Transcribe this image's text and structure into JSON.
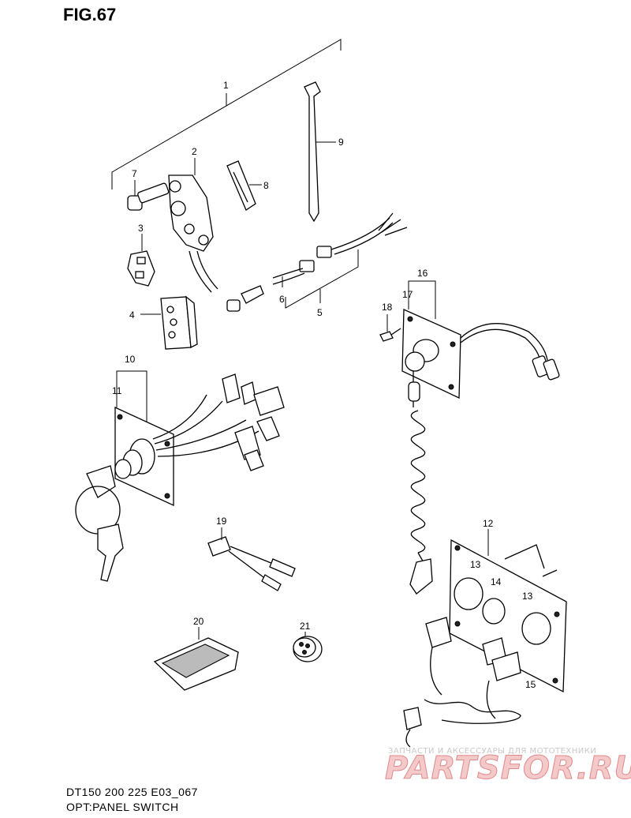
{
  "figure": {
    "title": "FIG.67"
  },
  "labels": [
    "1",
    "2",
    "3",
    "4",
    "5",
    "6",
    "7",
    "8",
    "9",
    "10",
    "11",
    "12",
    "13",
    "14",
    "13",
    "15",
    "16",
    "17",
    "18",
    "19",
    "20",
    "21"
  ],
  "watermark": {
    "line1": "ЗАПЧАСТИ И АКСЕССУАРЫ ДЛЯ МОТОТЕХНИКИ",
    "line2": "PARTSFOR.RU"
  },
  "footer": {
    "model": "DT150 200 225 E03_067",
    "caption": "OPT:PANEL SWITCH"
  }
}
